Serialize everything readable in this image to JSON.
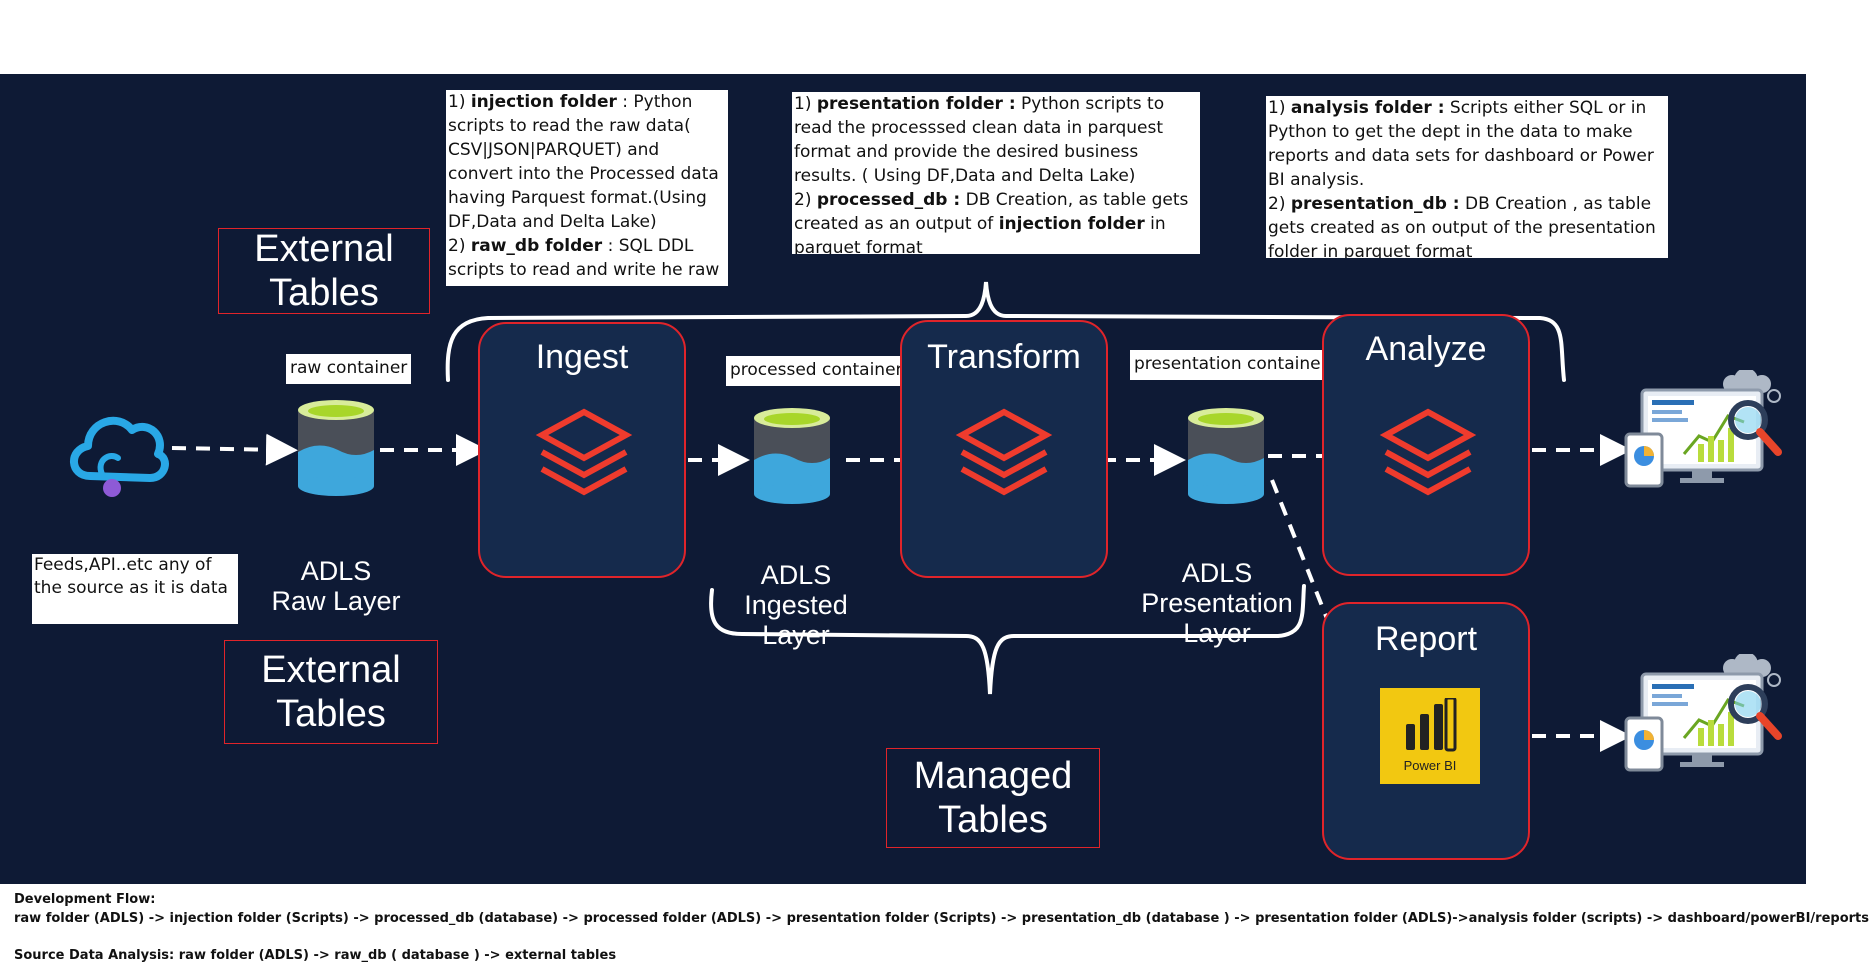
{
  "external_tables_top": {
    "line1": "External",
    "line2": "Tables"
  },
  "external_tables_bottom": {
    "line1": "External",
    "line2": "Tables"
  },
  "managed_tables": {
    "line1": "Managed",
    "line2": "Tables"
  },
  "source_note": "Feeds,API..etc any of the source as it is data",
  "notes": {
    "ingest": {
      "p1_prefix": "1) ",
      "p1_bold": "injection folder",
      "p1_text": " : Python scripts to read the raw data( CSV|JSON|PARQUET) and convert into the Processed data having Parquest format.(Using DF,Data and Delta Lake)",
      "p2_prefix": "2) ",
      "p2_bold": "raw_db folder",
      "p2_text": " : SQL DDL scripts to read and write  he raw data( CSV|JSON|PARQUET)"
    },
    "transform": {
      "p1_prefix": "1) ",
      "p1_bold": "presentation folder :",
      "p1_text": " Python scripts to read the processsed clean data in parquest format and provide the desired business results. ( Using DF,Data and Delta Lake)",
      "p2_prefix": "2) ",
      "p2_bold": "processed_db :",
      "p2_text": " DB Creation, as table gets created as an output of ",
      "p2_bold2": "injection folder",
      "p2_text2": " in parquet format"
    },
    "analyze": {
      "p1_prefix": "1) ",
      "p1_bold": "analysis folder :",
      "p1_text": " Scripts either SQL or in Python to get the dept in the data to make reports and data sets for dashboard or Power BI analysis.",
      "p2_prefix": "2) ",
      "p2_bold": "presentation_db :",
      "p2_text": " DB Creation , as table gets created as on output of the presentation folder in parquet format"
    }
  },
  "containers": {
    "raw": "raw container",
    "processed": "processed container",
    "presentation": "presentation container"
  },
  "stages": {
    "ingest": "Ingest",
    "transform": "Transform",
    "analyze": "Analyze",
    "report": "Report"
  },
  "layers": {
    "raw": {
      "line1": "ADLS",
      "line2": "Raw Layer"
    },
    "ingested": {
      "line1": "ADLS",
      "line2": "Ingested",
      "line3": "Layer"
    },
    "presentation": {
      "line1": "ADLS",
      "line2": "Presentation",
      "line3": "Layer"
    }
  },
  "powerbi_label": "Power BI",
  "footer": {
    "title": "Development Flow:",
    "flow": "raw folder (ADLS) -> injection folder (Scripts) -> processed_db (database) -> processed folder (ADLS) -> presentation folder (Scripts) -> presentation_db (database ) -> presentation folder (ADLS)->analysis folder (scripts) -> dashboard/powerBI/reports",
    "source_analysis": "Source Data Analysis:  raw folder (ADLS) -> raw_db ( database ) -> external tables"
  },
  "colors": {
    "background": "#0e1a35",
    "accent_red": "#e0242a",
    "stage_fill": "#152a4c",
    "adls_blue": "#3ea7dc",
    "adls_green": "#b8e23a",
    "powerbi_yellow": "#f2c811"
  }
}
